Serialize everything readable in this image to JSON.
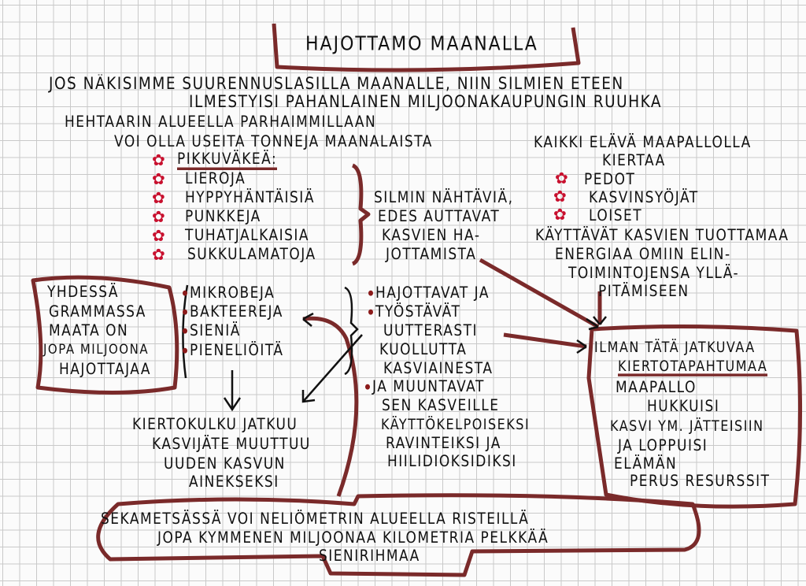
{
  "title": "HAJOTTAMO MAANALLA",
  "intro": [
    "JOS NÄKISIMME SUURENNUSLASILLA MAANALLE, NIIN SILMIEN ETEEN",
    "ILMESTYISI PAHANLAINEN MILJOONAKAUPUNGIN RUUHKA",
    "HEHTAARIN ALUEELLA PARHAIMMILLAAN",
    "VOI OLLA USEITA TONNEJA MAANALAISTA"
  ],
  "pikkuvaki": {
    "heading": "PIKKUVÄKEÄ:",
    "items": [
      "LIEROJA",
      "HYPPYHÄNTÄISIÄ",
      "PUNKKEJA",
      "TUHATJALKAISIA",
      "SUKKULAMATOJA"
    ],
    "note": [
      "SILMIN NÄHTÄVIÄ,",
      "EDES AUTTAVAT",
      "KASVIEN HA-",
      "JOTTAMISTA"
    ]
  },
  "kaikki": {
    "lines": [
      "KAIKKI ELÄVÄ MAAPALLOLLA",
      "KIERTAA"
    ],
    "items": [
      "PEDOT",
      "KASVINSYÖJÄT",
      "LOISET"
    ],
    "after": [
      "KÄYTTÄVÄT KASVIEN TUOTTAMAA",
      "ENERGIAA OMIIN ELIN-",
      "TOIMINTOJENSA YLLÄ-",
      "PITÄMISEEN"
    ]
  },
  "gram_box": [
    "YHDESSÄ",
    "GRAMMASSA",
    "MAATA ON",
    "JOPA MILJOONA",
    "HAJOTTAJAA"
  ],
  "microbes": [
    "MIKROBEJA",
    "BAKTEEREJA",
    "SIENIÄ",
    "PIENELIÖITÄ"
  ],
  "hajottavat": [
    "HAJOTTAVAT JA",
    "TYÖSTÄVÄT",
    "UUTTERASTI",
    "KUOLLUTTA",
    "KASVIAINESTA",
    "JA MUUNTAVAT",
    "SEN KASVEILLE",
    "KÄYTTÖKELPOISEKSI",
    "RAVINTEIKSI JA",
    "HIILIDIOKSIDIKSI"
  ],
  "kiertokulku": [
    "KIERTOKULKU JATKUU",
    "KASVIJÄTE MUUTTUU",
    "UUDEN KASVUN",
    "AINEKSEKSI"
  ],
  "ilman_box": [
    "ILMAN TÄTÄ JATKUVAA",
    "KIERTOTAPAHTUMAA",
    "MAAPALLO",
    "HUKKUISI",
    "KASVI YM. JÄTTEISIIN",
    "JA LOPPUISI",
    "ELÄMÄN",
    "PERUS RESURSSIT"
  ],
  "bottom": [
    "SEKAMETSÄSSÄ VOI NELIÖMETRIN ALUEELLA RISTEILLÄ",
    "JOPA KYMMENEN MILJOONAA KILOMETRIA PELKKÄÄ",
    "SIENIRIHMAA"
  ],
  "colors": {
    "ink": "#111111",
    "outline": "#7a2a2a",
    "flower": "#c8102e"
  }
}
